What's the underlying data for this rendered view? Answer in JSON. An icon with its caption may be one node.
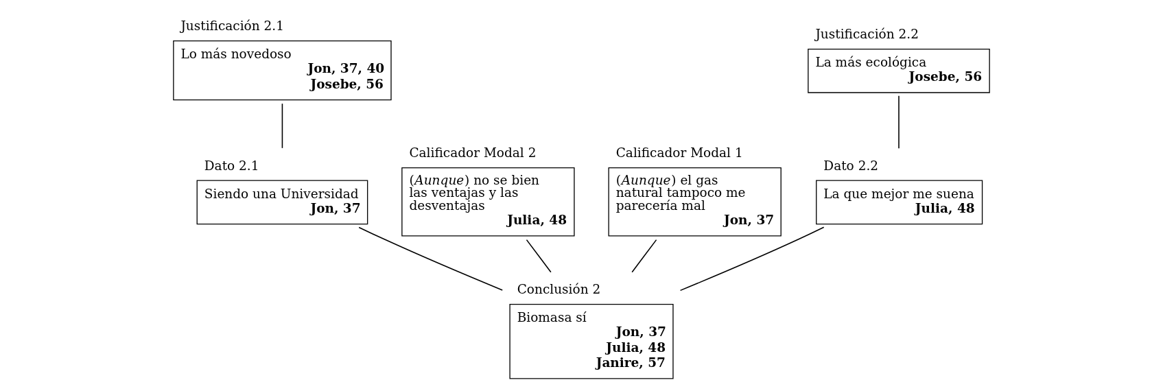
{
  "diagram": {
    "nodes": [
      {
        "text": [
          "Dato 2.2",
          "La que mejor me suena",
          "Julia, 48"
        ]
      },
      {
        "text": [
          "Dato 2.1",
          "Siendo una Universidad",
          "Jon, 37"
        ]
      },
      {
        "text": [
          "Calificador Modal 2",
          "(*Aunque*) no se bien las ventajas y las desventajas",
          "Julia, 48"
        ]
      },
      {
        "text": [
          "Calificador Modal 1",
          "(*Aunque*) el gas natural tampoco me parecería mal",
          "Jon, 37"
        ]
      },
      {
        "text": [
          "Conclusión 2",
          "Biomasa sí",
          "Jon, 37",
          "Julia, 48",
          "Janire, 57"
        ]
      },
      {
        "text": [
          "Justificación 2.2",
          "La más ecológica",
          "Josebe, 56"
        ]
      },
      {
        "text": [
          "Justificación 2.1",
          "Lo más novedoso",
          "Jon, 37, 40",
          "Josebe, 56"
        ]
      }
    ],
    "edges": [
      {
        "from": 0,
        "to": 4,
        "arrow": "none"
      },
      {
        "from": 1,
        "to": 4,
        "arrow": "none"
      },
      {
        "from": 2,
        "to": 4,
        "arrow": "none"
      },
      {
        "from": 3,
        "to": 4,
        "arrow": "none"
      },
      {
        "from": 5,
        "to": 0,
        "arrow": "none"
      },
      {
        "from": 6,
        "to": 1,
        "arrow": "none"
      }
    ]
  }
}
